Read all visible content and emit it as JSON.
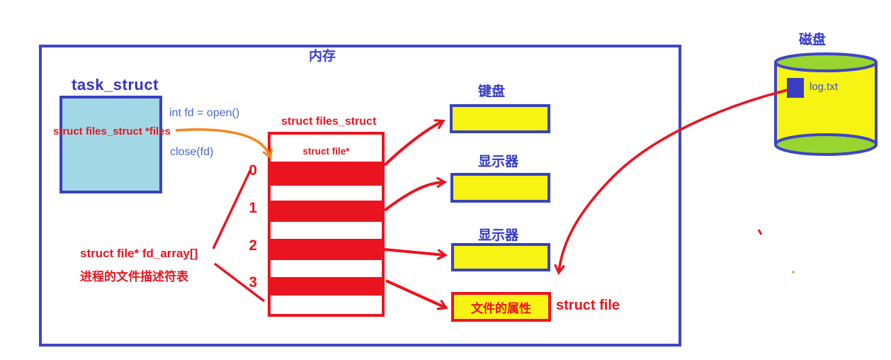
{
  "colors": {
    "blue_border": "#4044c8",
    "blue_label_text": "#3238cc",
    "code_text_blue": "#4a66cc",
    "red": "#ea1420",
    "orange": "#f6861f",
    "yellow_fill": "#f7f313",
    "green_fill": "#98d52f",
    "task_box_fill": "#a2d7e6",
    "file_icon_blue": "#3a3ec0"
  },
  "memory": {
    "label": "内存"
  },
  "task_struct": {
    "title": "task_struct",
    "pointer_field": "struct files_struct *files"
  },
  "syscalls": {
    "open": "int fd = open()",
    "close": "close(fd)"
  },
  "fd_table": {
    "title": "struct files_struct",
    "column_header": "struct file*",
    "rows": [
      {
        "index": "0"
      },
      {
        "index": "1"
      },
      {
        "index": "2"
      },
      {
        "index": "3"
      }
    ],
    "caption_line1": "struct file* fd_array[]",
    "caption_line2": "进程的文件描述符表"
  },
  "devices": {
    "keyboard": {
      "label": "键盘"
    },
    "display1": {
      "label": "显示器"
    },
    "display2": {
      "label": "显示器"
    }
  },
  "file_struct": {
    "box_label": "文件的属性",
    "side_label": "struct file"
  },
  "disk": {
    "label": "磁盘",
    "file_name": "log.txt"
  }
}
